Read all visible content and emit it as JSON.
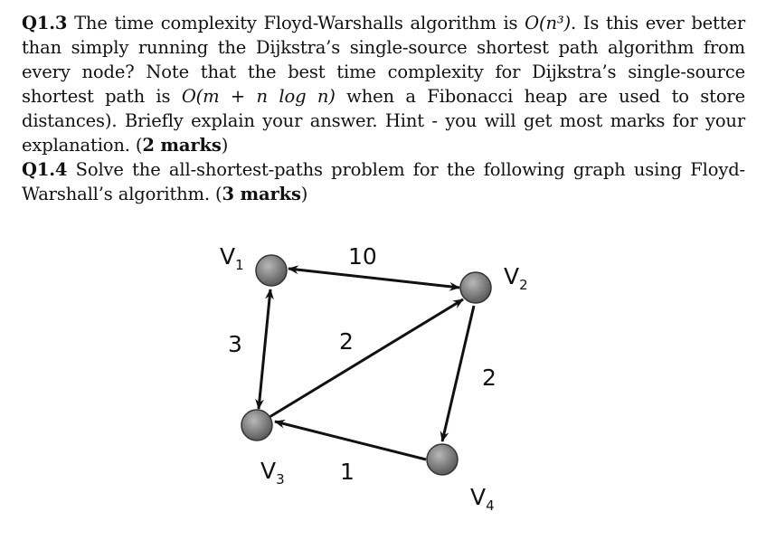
{
  "q13": {
    "label": "Q1.3",
    "text_before_math": " The time complexity Floyd-Warshalls algorithm is ",
    "complexity_floyd": "O(n³)",
    "text_mid": ". Is this ever better than simply running the Dijkstra’s single-source shortest path algorithm from every node? Note that the best time complexity for Dijkstra’s single-source shortest path is ",
    "complexity_dijkstra": "O(m + n log n)",
    "text_after_math": " when a Fibonacci heap are used to store distances). Briefly explain your answer. Hint - you will get most marks for your explanation. (",
    "marks": "2 marks",
    "close": ")"
  },
  "q14": {
    "label": "Q1.4",
    "text": " Solve the all-shortest-paths problem for the following graph using Floyd-Warshall’s algorithm. (",
    "marks": "3 marks",
    "close": ")"
  },
  "graph": {
    "node_color": "#6e6e6e",
    "nodes": [
      {
        "id": "v1",
        "letter": "V",
        "sub": "1"
      },
      {
        "id": "v2",
        "letter": "V",
        "sub": "2"
      },
      {
        "id": "v3",
        "letter": "V",
        "sub": "3"
      },
      {
        "id": "v4",
        "letter": "V",
        "sub": "4"
      }
    ],
    "edges": [
      {
        "from": "v1",
        "to": "v2",
        "weight": "10",
        "direction": "both"
      },
      {
        "from": "v1",
        "to": "v3",
        "weight": "3",
        "direction": "both"
      },
      {
        "from": "v3",
        "to": "v2",
        "weight": "2",
        "direction": "forward"
      },
      {
        "from": "v2",
        "to": "v4",
        "weight": "2",
        "direction": "forward"
      },
      {
        "from": "v4",
        "to": "v3",
        "weight": "1",
        "direction": "forward"
      }
    ]
  }
}
